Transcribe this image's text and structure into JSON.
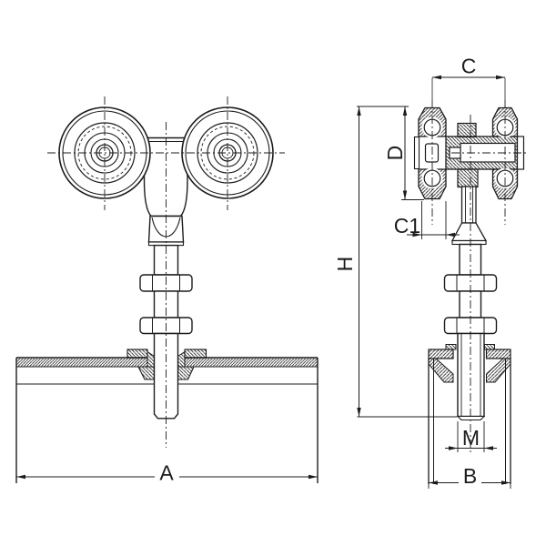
{
  "page": {
    "background": "#ffffff",
    "line_color": "#1c1c1c"
  },
  "drawing_kind": "two-view dimensioned technical drawing of a twin-wheel sliding-door roller hanger bolted to a track panel",
  "dimension_labels": {
    "A": "A",
    "B": "B",
    "C": "C",
    "C1": "C1",
    "D": "D",
    "H": "H",
    "M": "M"
  }
}
